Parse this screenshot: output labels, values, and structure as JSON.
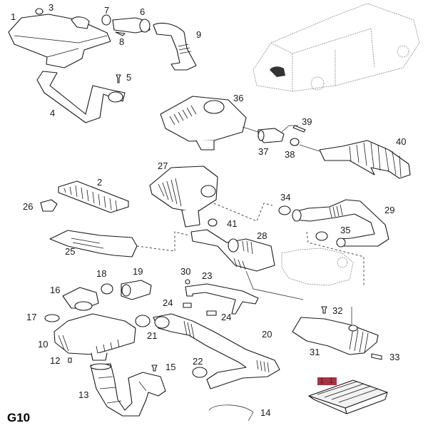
{
  "diagram": {
    "page_code": "G10",
    "highlighted_part": "11",
    "highlight_color": "#a83246",
    "callouts": [
      {
        "id": "1",
        "label": "1"
      },
      {
        "id": "2",
        "label": "2"
      },
      {
        "id": "3",
        "label": "3"
      },
      {
        "id": "4",
        "label": "4"
      },
      {
        "id": "5",
        "label": "5"
      },
      {
        "id": "6",
        "label": "6"
      },
      {
        "id": "7",
        "label": "7"
      },
      {
        "id": "8",
        "label": "8"
      },
      {
        "id": "9",
        "label": "9"
      },
      {
        "id": "10",
        "label": "10"
      },
      {
        "id": "11",
        "label": "1 1"
      },
      {
        "id": "12",
        "label": "12"
      },
      {
        "id": "13",
        "label": "13"
      },
      {
        "id": "14",
        "label": "14"
      },
      {
        "id": "15",
        "label": "15"
      },
      {
        "id": "16",
        "label": "16"
      },
      {
        "id": "17",
        "label": "17"
      },
      {
        "id": "18",
        "label": "18"
      },
      {
        "id": "19",
        "label": "19"
      },
      {
        "id": "20",
        "label": "20"
      },
      {
        "id": "21",
        "label": "21"
      },
      {
        "id": "22",
        "label": "22"
      },
      {
        "id": "23",
        "label": "23"
      },
      {
        "id": "24a",
        "label": "24"
      },
      {
        "id": "24b",
        "label": "24"
      },
      {
        "id": "25",
        "label": "25"
      },
      {
        "id": "26",
        "label": "26"
      },
      {
        "id": "27",
        "label": "27"
      },
      {
        "id": "28",
        "label": "28"
      },
      {
        "id": "29",
        "label": "29"
      },
      {
        "id": "30",
        "label": "30"
      },
      {
        "id": "31",
        "label": "31"
      },
      {
        "id": "32",
        "label": "32"
      },
      {
        "id": "33",
        "label": "33"
      },
      {
        "id": "34",
        "label": "34"
      },
      {
        "id": "35",
        "label": "35"
      },
      {
        "id": "36",
        "label": "36"
      },
      {
        "id": "37",
        "label": "37"
      },
      {
        "id": "38",
        "label": "38"
      },
      {
        "id": "39",
        "label": "39"
      },
      {
        "id": "40",
        "label": "40"
      },
      {
        "id": "41",
        "label": "41"
      }
    ]
  }
}
